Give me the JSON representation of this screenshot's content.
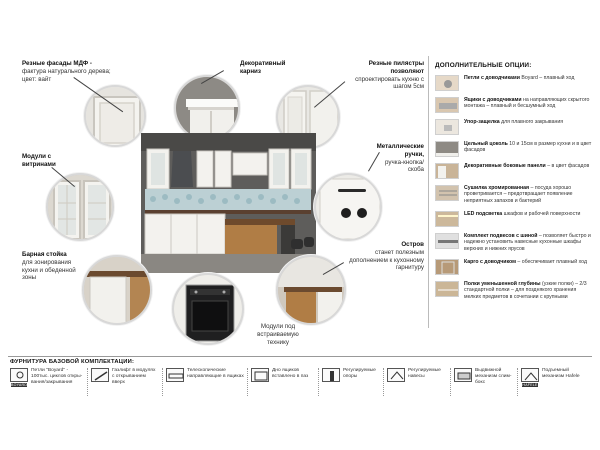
{
  "callouts": {
    "facades": {
      "title": "Резные фасады МДФ -",
      "text": "фактура натурального дерева; цвет: вайт"
    },
    "cornice": {
      "title": "Декоративный карниз",
      "text": ""
    },
    "pilasters": {
      "title": "Резные пилястры позволяют",
      "text": "спроектировать кухню с шагом 5см"
    },
    "vitrines": {
      "title": "Модули с витринами",
      "text": ""
    },
    "handles": {
      "title": "Металлические ручки,",
      "text": "ручка-кнопка/ скоба"
    },
    "bar": {
      "title": "Барная стойка",
      "text": "для зонирования кухни и обеденной зоны"
    },
    "island": {
      "title": "Остров",
      "text": "станет полезным дополнением к кухонному гарнитуру"
    },
    "builtin": {
      "title": "",
      "text": "Модули под встраиваемую технику"
    }
  },
  "options": {
    "title": "ДОПОЛНИТЕЛЬНЫЕ ОПЦИИ:",
    "items": [
      {
        "bold": "Петли с доводчиками",
        "text": " Boyard – плавный ход",
        "icon": "hinge-icon"
      },
      {
        "bold": "Ящики с доводчиками",
        "text": " на направляющих скрытого монтажа – плавный и бесшумный ход",
        "icon": "drawer-icon"
      },
      {
        "bold": "Упор-защелка",
        "text": " для плавного закрывания",
        "icon": "latch-icon"
      },
      {
        "bold": "Цельный цоколь",
        "text": " 10 и 15см в размер кухни и в цвет фасадов",
        "icon": "plinth-icon"
      },
      {
        "bold": "Декоративные боковые панели",
        "text": " – в цвет фасадов",
        "icon": "panel-icon"
      },
      {
        "bold": "Сушилка хромированная",
        "text": " – посуда хорошо проветривается – предотвращает появление неприятных запахов и бактерий",
        "icon": "dryer-icon"
      },
      {
        "bold": "LED подсветка",
        "text": " шкафов и рабочей поверхности",
        "icon": "led-icon"
      },
      {
        "bold": "Комплект подвесов с шиной",
        "text": " – позволяет быстро и надежно установить навесные кухонные шкафы верхних и нижних ярусов",
        "icon": "hanger-icon"
      },
      {
        "bold": "Карго с доводчиком",
        "text": " – обеспечивает плавный ход",
        "icon": "cargo-icon"
      },
      {
        "bold": "Полки уменьшенной глубины",
        "text": " (узкие полки) – 2/3 стандартной полки – для позднякого хранения мелких предметов в сочетании с крупными",
        "icon": "shelf-icon"
      }
    ]
  },
  "furniture": {
    "title": "ФУРНИТУРА БАЗОВОЙ КОМПЛЕКТАЦИИ:",
    "items": [
      {
        "text": "Петли \"Boyard\" - 100тыс. циклов откры-вания/закрывания",
        "icon": "boyard-hinge-icon",
        "badge": "BOYARD"
      },
      {
        "text": "Газлифт в модулях с открыванием вверх",
        "icon": "gaslift-icon",
        "badge": ""
      },
      {
        "text": "Телескопические направляющие в ящиках",
        "icon": "telescopic-icon",
        "badge": ""
      },
      {
        "text": "Дно ящиков вставлено в паз",
        "icon": "drawer-bottom-icon",
        "badge": ""
      },
      {
        "text": "Регулируемые опоры",
        "icon": "adjustable-feet-icon",
        "badge": ""
      },
      {
        "text": "Регулируемые навесы",
        "icon": "adjustable-hanger-icon",
        "badge": ""
      },
      {
        "text": "Выдвижной механизм слим-бокс",
        "icon": "slimbox-icon",
        "badge": ""
      },
      {
        "text": "Подъемный механизм Hafele",
        "icon": "hafele-icon",
        "badge": "HAFELE"
      }
    ]
  }
}
